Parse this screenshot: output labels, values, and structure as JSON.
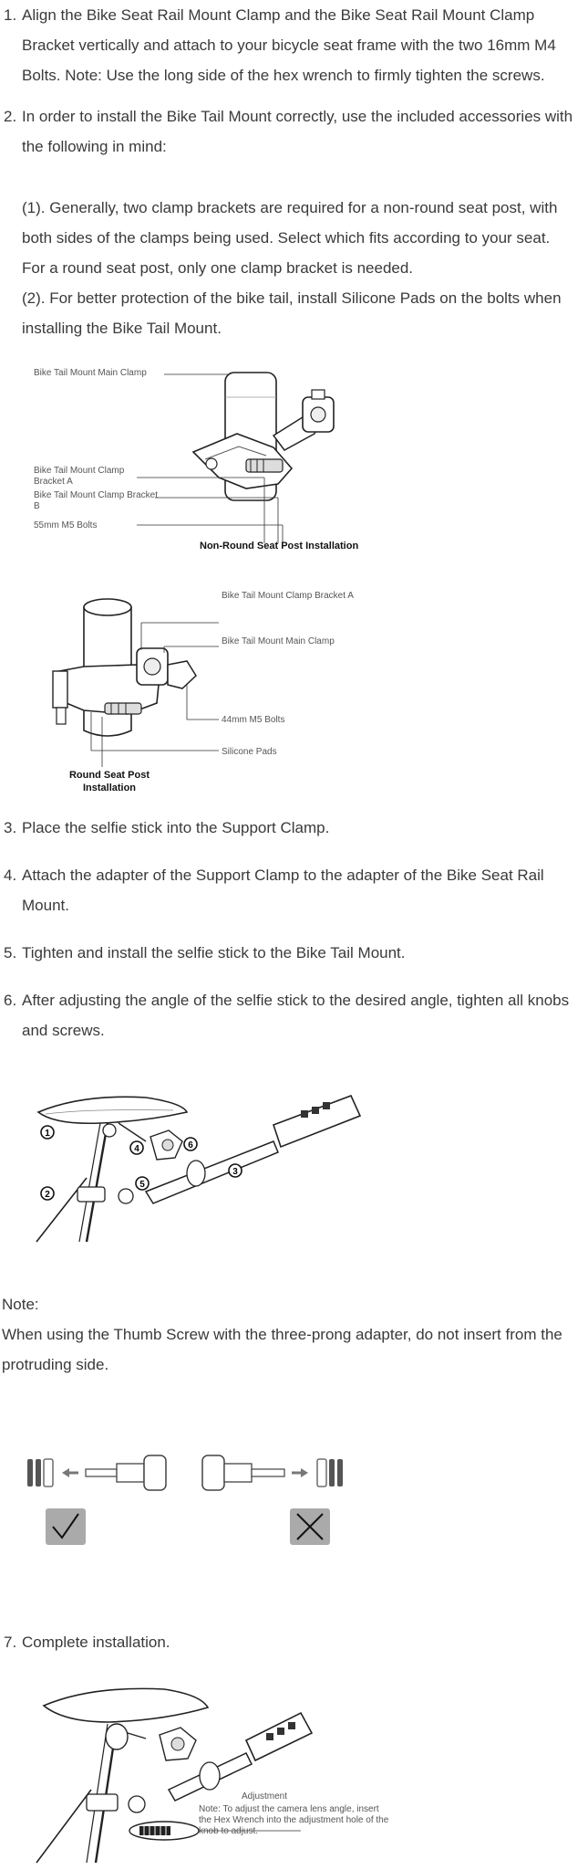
{
  "steps": [
    {
      "num": "1.",
      "text": "Align the Bike Seat Rail Mount Clamp and the Bike Seat Rail Mount Clamp Bracket vertically and attach to your bicycle seat frame with the two 16mm M4 Bolts. Note: Use the long side of the hex wrench to firmly tighten the screws."
    },
    {
      "num": "2.",
      "text": "In order to install the Bike Tail Mount correctly, use the included accessories with the following in mind:"
    },
    {
      "num": "3.",
      "text": "Place the selfie stick into the Support Clamp."
    },
    {
      "num": "4.",
      "text": "Attach the adapter of the Support Clamp to the adapter of the Bike Seat Rail Mount."
    },
    {
      "num": "5.",
      "text": "Tighten and install the selfie stick to the Bike Tail Mount."
    },
    {
      "num": "6.",
      "text": "After adjusting the angle of the selfie stick to the desired angle, tighten all knobs and screws."
    },
    {
      "num": "7.",
      "text": "Complete installation."
    }
  ],
  "sub_points": [
    "(1). Generally, two clamp brackets are required for a non-round seat post, with both sides of the clamps being used. Select which fits according to your seat. For a round seat post, only one clamp bracket is needed.",
    "(2). For better protection of the bike tail, install Silicone Pads on the bolts when installing the Bike Tail Mount."
  ],
  "figure_nonround": {
    "labels": [
      "Bike Tail Mount Main Clamp",
      "Bike Tail Mount Clamp Bracket A",
      "Bike Tail Mount Clamp Bracket B",
      "55mm M5 Bolts"
    ],
    "caption": "Non-Round Seat Post Installation"
  },
  "figure_round": {
    "labels": [
      "Bike Tail Mount Clamp Bracket A",
      "Bike Tail Mount Main Clamp",
      "44mm M5 Bolts",
      "Silicone Pads"
    ],
    "caption_line1": "Round Seat Post",
    "caption_line2": "Installation"
  },
  "figure_bike_numbers": [
    "1",
    "2",
    "3",
    "4",
    "5",
    "6"
  ],
  "note": {
    "title": "Note:",
    "text": "When using the Thumb Screw with the three-prong adapter, do not insert from the protruding side."
  },
  "figure_final": {
    "label": "Adjustment",
    "note": "Note: To adjust the camera lens angle, insert the Hex Wrench into the adjustment hole of the knob to adjust."
  }
}
